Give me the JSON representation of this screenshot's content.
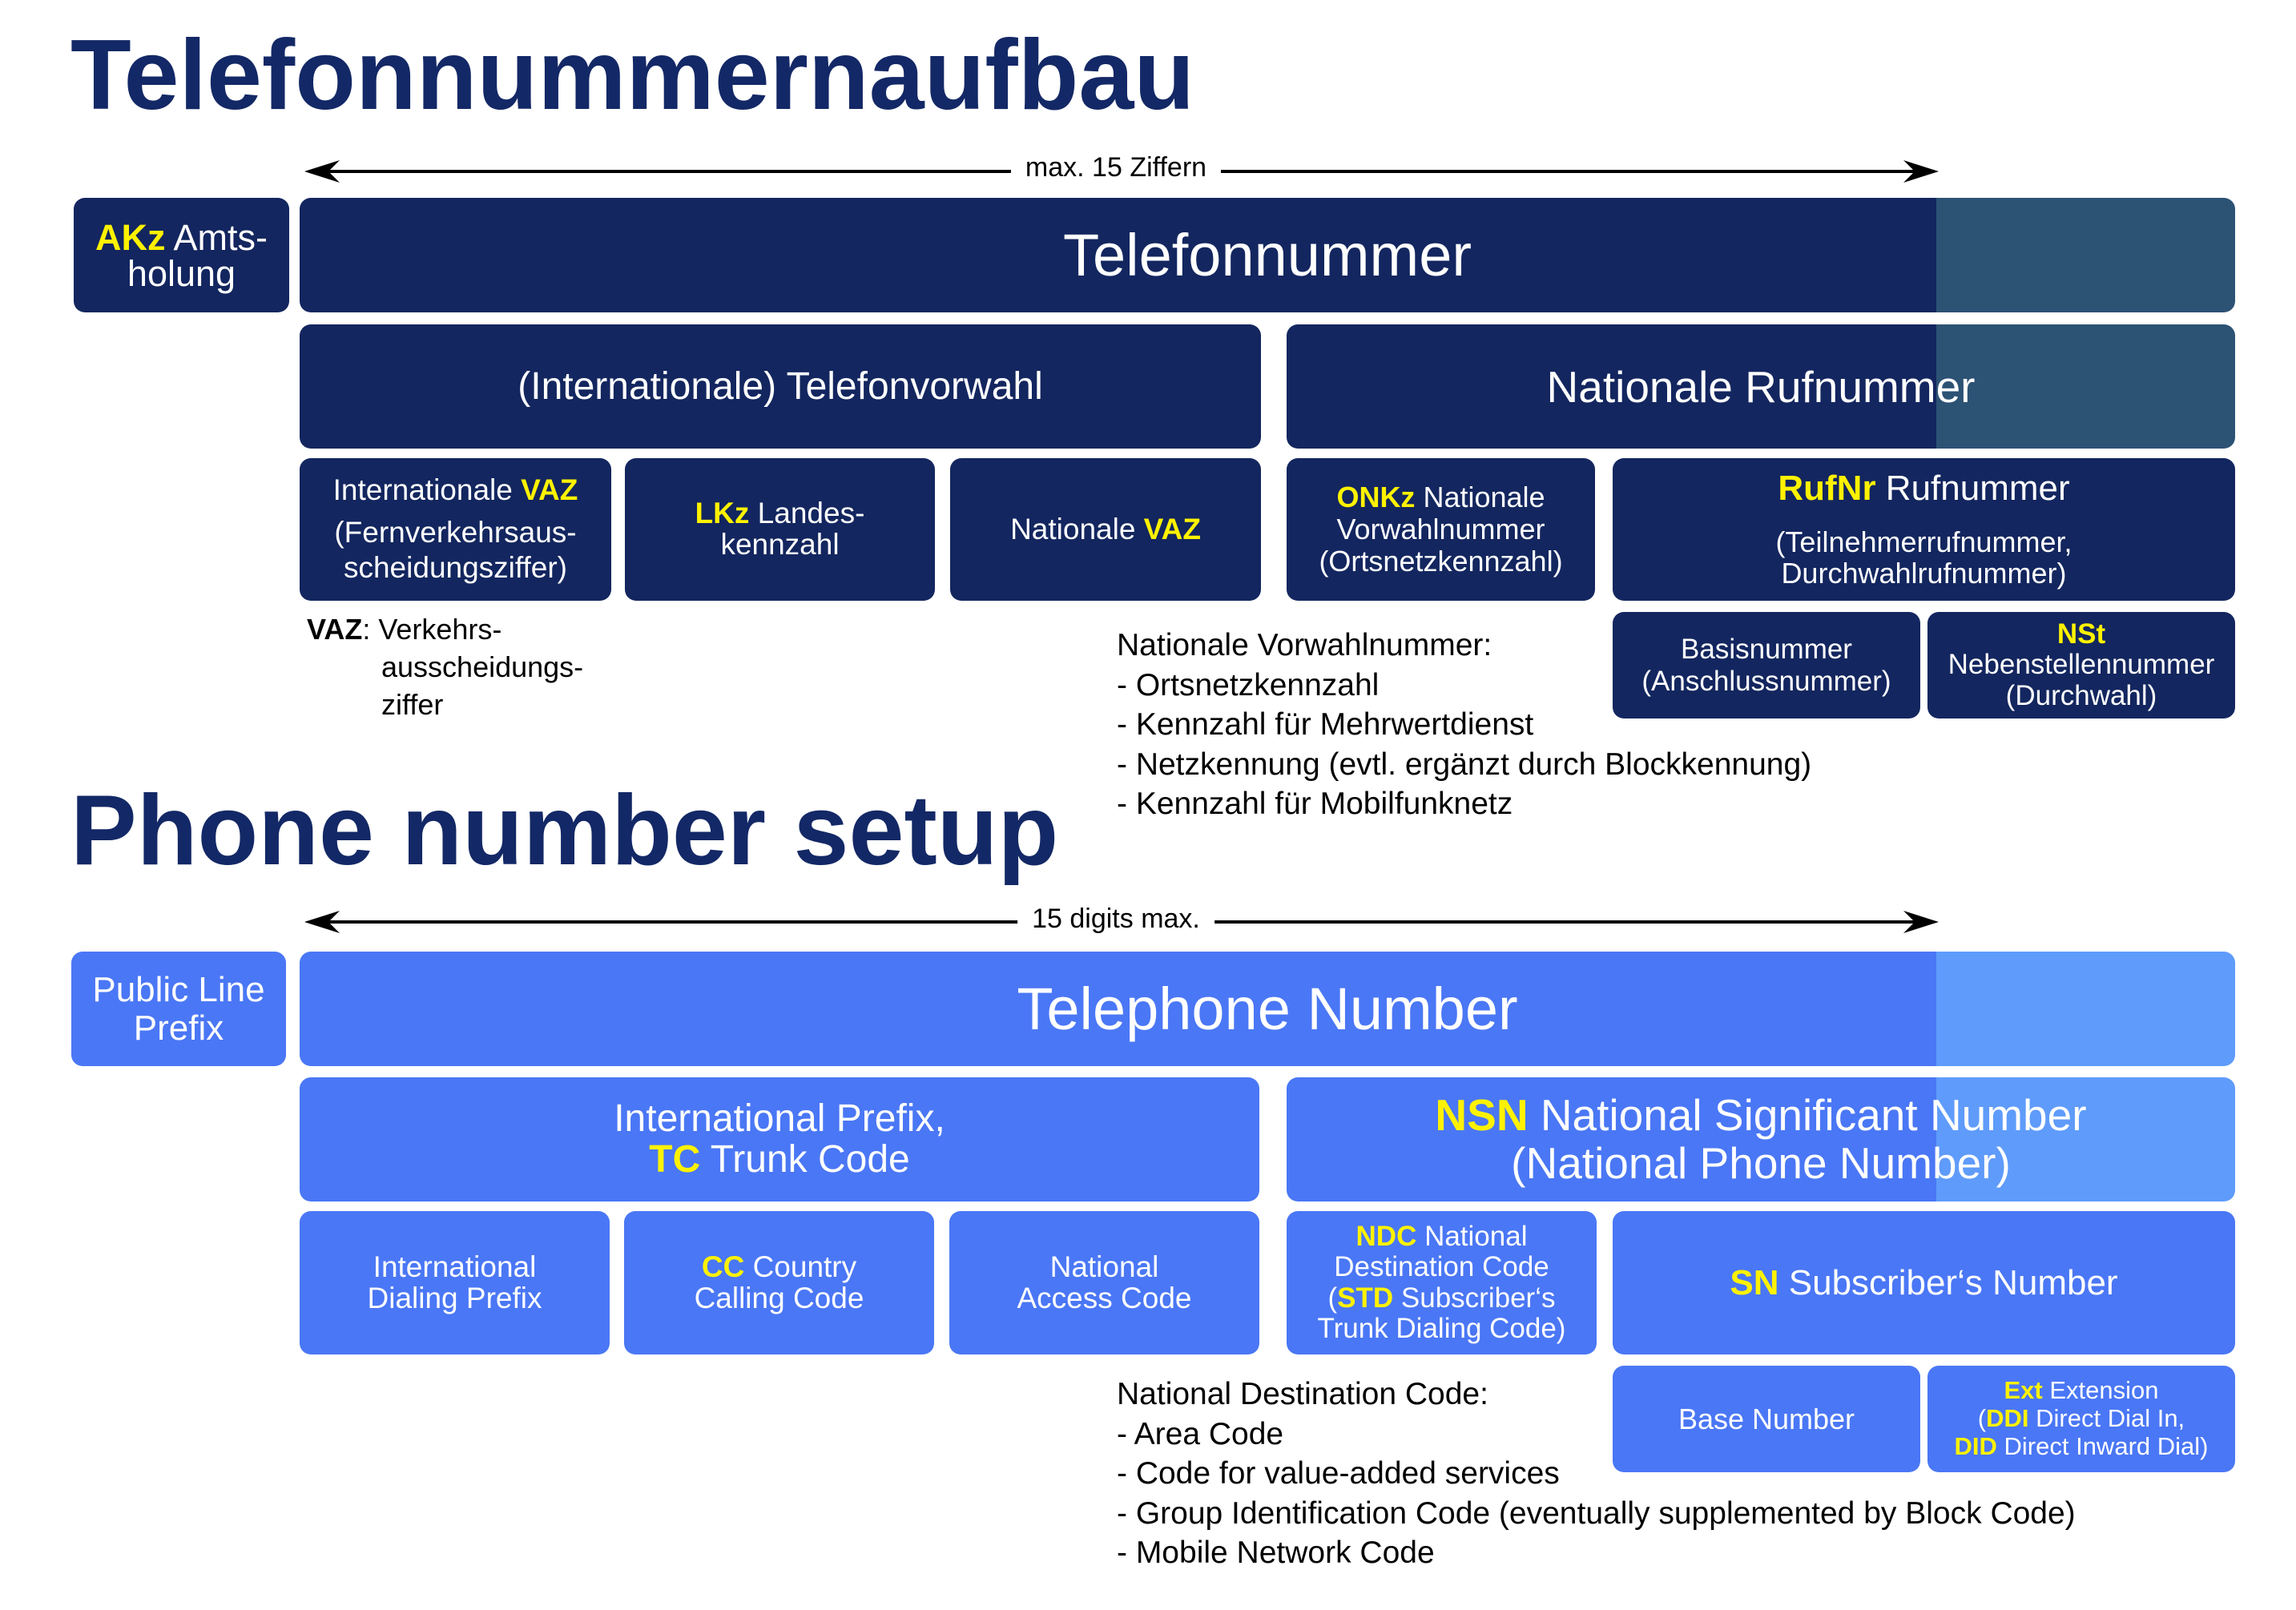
{
  "german": {
    "title": "Telefonnummernaufbau",
    "span_label": "max. 15 Ziffern",
    "akz": {
      "abbr": "AKz",
      "text": " Amts-",
      "line2": "holung"
    },
    "telefonnummer": "Telefonnummer",
    "vorwahl": "(Internationale) Telefonvorwahl",
    "nationale_rufnummer": "Nationale Rufnummer",
    "internationale_vaz": {
      "prefix": "Internationale ",
      "abbr": "VAZ",
      "line2": "(Fernverkehrsaus-",
      "line3": "scheidungsziffer)"
    },
    "lkz": {
      "abbr": "LKz",
      "text": " Landes-",
      "line2": "kennzahl"
    },
    "nationale_vaz": {
      "prefix": "Nationale ",
      "abbr": "VAZ"
    },
    "onkz": {
      "abbr": "ONKz",
      "text": " Nationale",
      "line2": "Vorwahlnummer",
      "line3": "(Ortsnetzkennzahl)"
    },
    "rufnr": {
      "abbr": "RufNr",
      "text": " Rufnummer",
      "line2": "(Teilnehmerrufnummer,",
      "line3": "Durchwahlrufnummer)"
    },
    "basisnummer": {
      "line1": "Basisnummer",
      "line2": "(Anschlussnummer)"
    },
    "nst": {
      "abbr": "NSt",
      "line2": "Nebenstellennummer",
      "line3": "(Durchwahl)"
    },
    "vaz_note": {
      "abbr": "VAZ",
      "text": ": Verkehrs-",
      "line2": "ausscheidungs-",
      "line3": "ziffer"
    },
    "vorwahl_note": {
      "heading": "Nationale Vorwahlnummer:",
      "items": [
        "- Ortsnetzkennzahl",
        "- Kennzahl für Mehrwertdienst",
        "- Netzkennung (evtl. ergänzt durch Blockkennung)",
        "- Kennzahl für Mobilfunknetz"
      ]
    }
  },
  "english": {
    "title": "Phone number setup",
    "span_label": "15 digits max.",
    "public_line_prefix": {
      "line1": "Public Line",
      "line2": "Prefix"
    },
    "telephone_number": "Telephone Number",
    "international_prefix": {
      "line1": "International Prefix,",
      "abbr": "TC",
      "text": " Trunk Code"
    },
    "nsn": {
      "abbr": "NSN",
      "text": " National Significant Number",
      "line2": "(National Phone Number)"
    },
    "idp": {
      "line1": "International",
      "line2": "Dialing Prefix"
    },
    "cc": {
      "abbr": "CC",
      "text": " Country",
      "line2": "Calling Code"
    },
    "nac": {
      "line1": "National",
      "line2": "Access Code"
    },
    "ndc": {
      "abbr": "NDC",
      "text": " National",
      "line2": "Destination Code",
      "line3_open": "(",
      "abbr2": "STD",
      "line3_text": " Subscriber‘s",
      "line4": "Trunk Dialing Code)"
    },
    "sn": {
      "abbr": "SN",
      "text": " Subscriber‘s Number"
    },
    "base_number": "Base Number",
    "ext": {
      "abbr": "Ext",
      "text": " Extension",
      "line2_open": "(",
      "abbr2": "DDI",
      "line2_text": " Direct Dial In,",
      "abbr3": "DID",
      "line3_text": " Direct Inward Dial)"
    },
    "ndc_note": {
      "heading": "National Destination Code:",
      "items": [
        "- Area Code",
        "- Code for value-added services",
        "- Group Identification Code (eventually supplemented by Block Code)",
        "- Mobile Network Code"
      ]
    }
  },
  "colors": {
    "title": "#132866",
    "german_box": "#13265f",
    "german_extension": "#2c5274",
    "english_box": "#4a77f5",
    "english_extension": "#5f9bfa",
    "highlight": "#fff200"
  }
}
